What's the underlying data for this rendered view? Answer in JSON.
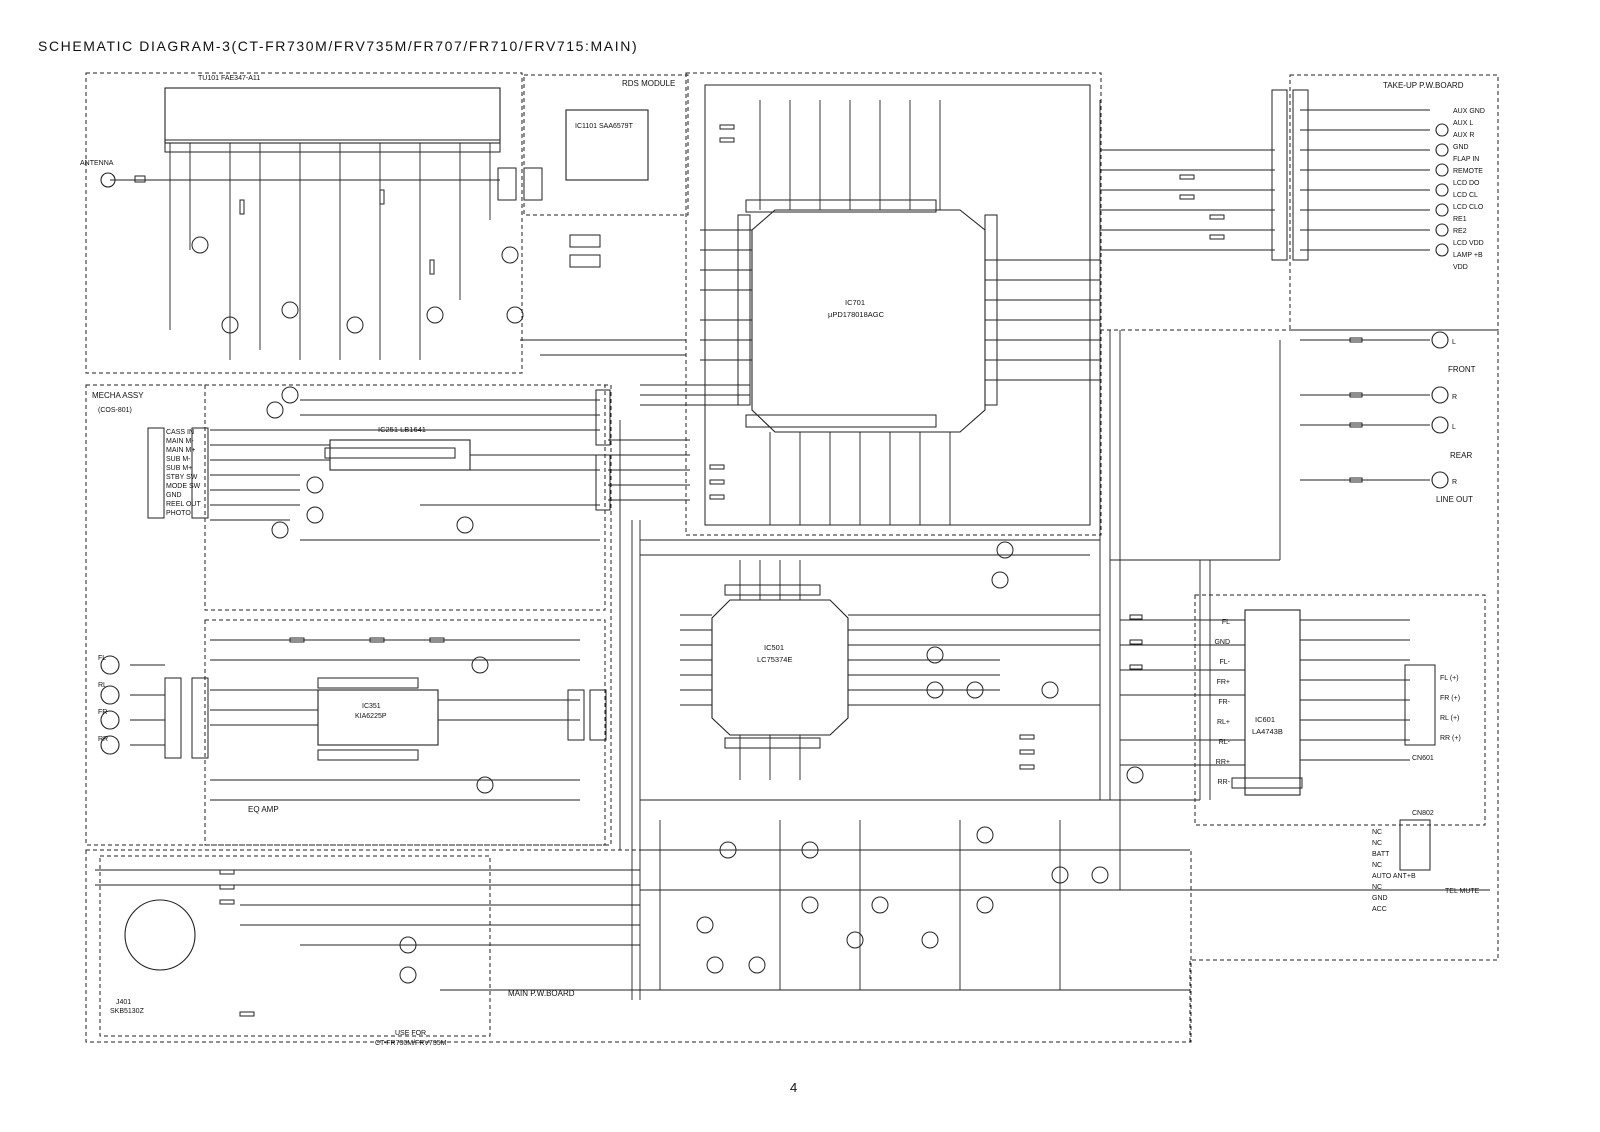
{
  "page": {
    "title": "SCHEMATIC DIAGRAM-3(CT-FR730M/FRV735M/FR707/FR710/FRV715:MAIN)",
    "page_number": "4"
  },
  "blocks": {
    "mecha": "MECHA ASSY",
    "mecha_sub": "(COS-801)",
    "rds": "RDS MODULE",
    "takeup": "TAKE-UP P.W.BOARD",
    "eq_amp": "EQ AMP",
    "main_board": "MAIN P.W.BOARD"
  },
  "components": {
    "tuner": "TU101 FAE347-A11",
    "antenna": "ANTENNA",
    "ic1101": "IC1101 SAA6579T",
    "ic701": "IC701",
    "ic701_part": "µPD178018AGC",
    "ic251": "IC251 LB1641",
    "ic501": "IC501",
    "ic501_part": "LC75374E",
    "ic601": "IC601",
    "ic601_part": "LA4743B",
    "ic351": "IC351",
    "ic351_part": "KIA6225P",
    "j401": "J401",
    "j401_part": "SKB5130Z",
    "cn601": "CN601",
    "cn802": "CN802",
    "use_for": "USE FOR",
    "use_for_models": "CT-FR730M/FRV735M"
  },
  "outputs": {
    "front": "FRONT",
    "rear": "REAR",
    "line_out": "LINE OUT",
    "l": "L",
    "r": "R",
    "tel_mute": "TEL MUTE"
  },
  "pin_labels": {
    "mecha": [
      "CASS IN",
      "MAIN M-",
      "MAIN M+",
      "SUB M-",
      "SUB M+",
      "STBY SW",
      "MODE SW",
      "GND",
      "REEL OUT",
      "PHOTO"
    ],
    "takeup": [
      "AUX GND",
      "AUX L",
      "AUX R",
      "GND",
      "FLAP IN",
      "REMOTE",
      "LCD DO",
      "LCD CL",
      "LCD CLO",
      "RE1",
      "RE2",
      "LCD VDD",
      "LAMP +B",
      "VDD"
    ],
    "ic601_left": [
      "FL",
      "GND",
      "FL-",
      "FR+",
      "FR-",
      "RL+",
      "RL-",
      "RR+",
      "RR-"
    ],
    "ic601_right": [
      "FL (+)",
      "FR (+)",
      "RL (+)",
      "RR (+)"
    ],
    "cn802": [
      "NC",
      "NC",
      "BATT",
      "NC",
      "AUTO ANT+B",
      "NC",
      "GND",
      "ACC"
    ],
    "speakers": [
      "FL",
      "RL",
      "FR",
      "RR"
    ]
  }
}
